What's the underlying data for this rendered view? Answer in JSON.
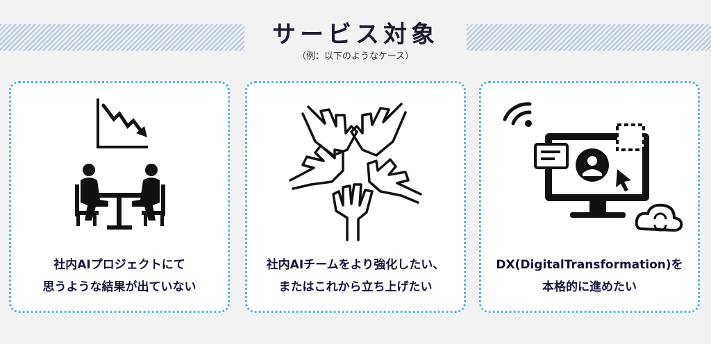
{
  "header": {
    "title": "サービス対象",
    "subtitle": "（例：以下のようなケース）"
  },
  "cards": [
    {
      "line1": "社内AIプロジェクトにて",
      "line2": "思うような結果が出ていない",
      "icon": "meeting-decline-icon"
    },
    {
      "line1": "社内AIチームをより強化したい、",
      "line2": "またはこれから立ち上げたい",
      "icon": "team-hands-icon"
    },
    {
      "line1": "DX(DigitalTransformation)を",
      "line2": "本格的に進めたい",
      "icon": "digital-monitor-icon"
    }
  ],
  "colors": {
    "accent": "#5ab4d0",
    "text": "#14143a",
    "stripe": "#b9c7d8"
  }
}
